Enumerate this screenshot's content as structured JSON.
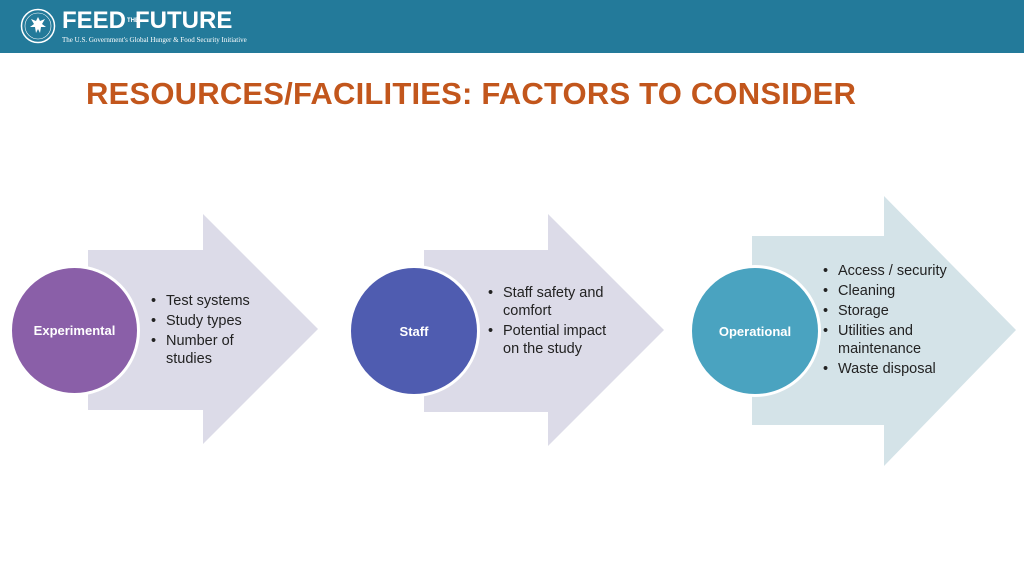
{
  "header": {
    "brand_name_1": "FEED",
    "brand_the": "THE",
    "brand_name_2": "FUTURE",
    "tagline": "The U.S. Government's Global Hunger & Food Security Initiative",
    "icon": "seal-icon"
  },
  "title": "RESOURCES/FACILITIES: FACTORS TO CONSIDER",
  "colors": {
    "header": "#237a9a",
    "title": "#c2561c",
    "experimental": "#8a5fa8",
    "staff": "#4f5cb0",
    "operational": "#4aa3c0"
  },
  "groups": [
    {
      "label": "Experimental",
      "items": [
        "Test systems",
        "Study types",
        "Number of studies"
      ]
    },
    {
      "label": "Staff",
      "items": [
        "Staff safety and comfort",
        "Potential impact on the study"
      ]
    },
    {
      "label": "Operational",
      "items": [
        "Access / security",
        "Cleaning",
        "Storage",
        "Utilities and maintenance",
        "Waste disposal"
      ]
    }
  ]
}
